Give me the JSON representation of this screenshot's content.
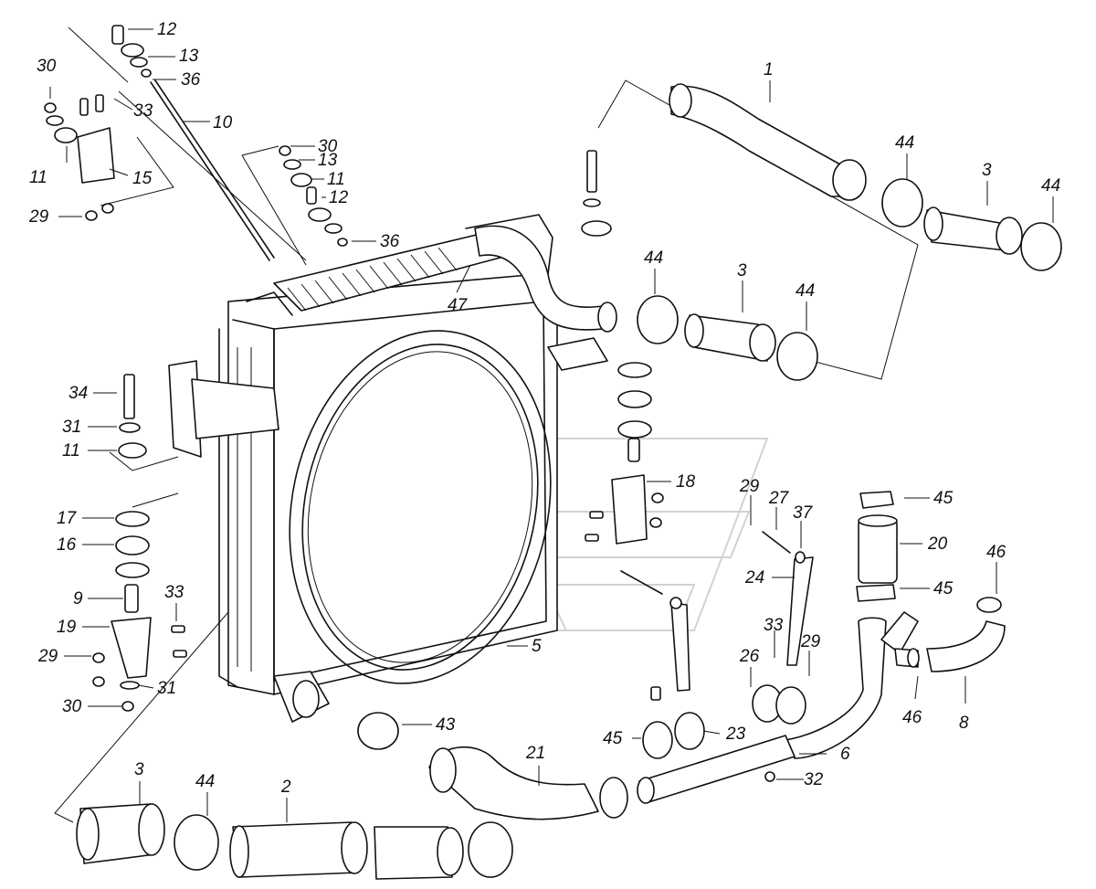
{
  "labels": {
    "p1": "1",
    "p2": "2",
    "p3a": "3",
    "p3b": "3",
    "p3c": "3",
    "p5": "5",
    "p6": "6",
    "p8": "8",
    "p9": "9",
    "p10": "10",
    "p11a": "11",
    "p11b": "11",
    "p11c": "11",
    "p12a": "12",
    "p12b": "12",
    "p13a": "13",
    "p13b": "13",
    "p15": "15",
    "p16": "16",
    "p17": "17",
    "p18": "18",
    "p19": "19",
    "p20": "20",
    "p21": "21",
    "p23": "23",
    "p24": "24",
    "p26": "26",
    "p27": "27",
    "p29a": "29",
    "p29b": "29",
    "p29c": "29",
    "p29d": "29",
    "p30a": "30",
    "p30b": "30",
    "p30c": "30",
    "p31a": "31",
    "p31b": "31",
    "p32": "32",
    "p33a": "33",
    "p33b": "33",
    "p33c": "33",
    "p34": "34",
    "p36a": "36",
    "p36b": "36",
    "p37": "37",
    "p43": "43",
    "p44a": "44",
    "p44b": "44",
    "p44c": "44",
    "p44d": "44",
    "p44e": "44",
    "p45a": "45",
    "p45b": "45",
    "p45c": "45",
    "p46a": "46",
    "p46b": "46",
    "p47": "47"
  },
  "colors": {
    "line": "#111111",
    "background": "#ffffff",
    "watermark": "#d2d2d2"
  }
}
